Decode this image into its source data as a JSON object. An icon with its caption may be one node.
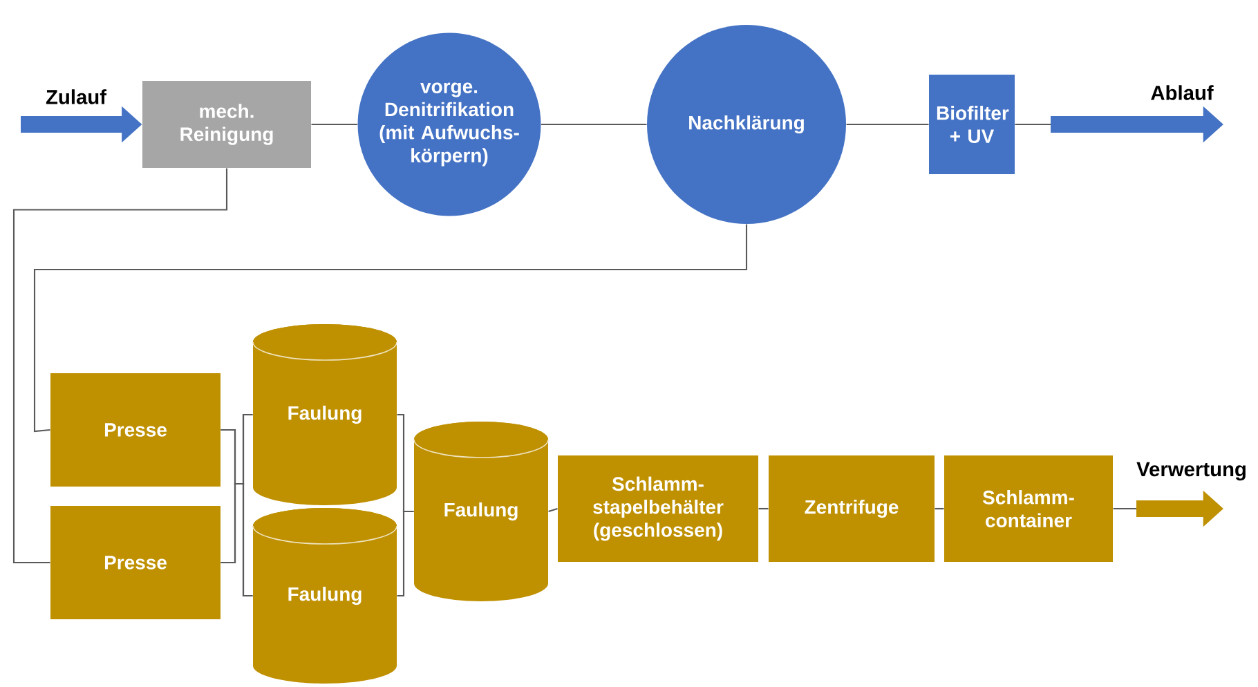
{
  "diagram": {
    "nodes": [
      {
        "text": [
          "mech. Reinigung"
        ]
      },
      {
        "text": [
          "vorge. Denitrifikation (mit Aufwuchs- körpern)"
        ]
      },
      {
        "text": [
          "Nachklärung"
        ]
      },
      {
        "text": [
          "Biofilter + UV"
        ]
      },
      {
        "text": [
          "Presse"
        ]
      },
      {
        "text": [
          "Presse"
        ]
      },
      {
        "text": [
          "Faulung"
        ]
      },
      {
        "text": [
          "Faulung"
        ]
      },
      {
        "text": [
          "Faulung"
        ]
      },
      {
        "text": [
          "Schlamm- stapelbehälter (geschlossen)"
        ]
      },
      {
        "text": [
          "Zentrifuge"
        ]
      },
      {
        "text": [
          "Schlamm- container"
        ]
      }
    ],
    "edges": [
      {
        "from": null,
        "to": 0,
        "arrow": "to",
        "label": "Zulauf",
        "style": "thick",
        "color": "#4472c4"
      },
      {
        "from": 0,
        "to": 1,
        "arrow": "none"
      },
      {
        "from": 1,
        "to": 2,
        "arrow": "none"
      },
      {
        "from": 2,
        "to": 3,
        "arrow": "none"
      },
      {
        "from": 3,
        "to": null,
        "arrow": "to",
        "label": "Ablauf",
        "style": "thick",
        "color": "#4472c4"
      },
      {
        "from": 0,
        "to": 5,
        "arrow": "none"
      },
      {
        "from": 2,
        "to": 4,
        "arrow": "none"
      },
      {
        "from": 4,
        "to": 6,
        "arrow": "none"
      },
      {
        "from": 4,
        "to": 7,
        "arrow": "none"
      },
      {
        "from": 5,
        "to": 6,
        "arrow": "none"
      },
      {
        "from": 5,
        "to": 7,
        "arrow": "none"
      },
      {
        "from": 6,
        "to": 8,
        "arrow": "none"
      },
      {
        "from": 7,
        "to": 8,
        "arrow": "none"
      },
      {
        "from": 8,
        "to": 9,
        "arrow": "none"
      },
      {
        "from": 9,
        "to": 10,
        "arrow": "none"
      },
      {
        "from": 10,
        "to": 11,
        "arrow": "none"
      },
      {
        "from": 11,
        "to": null,
        "arrow": "to",
        "label": "Verwertung",
        "style": "thick",
        "color": "#bf9000"
      }
    ]
  }
}
